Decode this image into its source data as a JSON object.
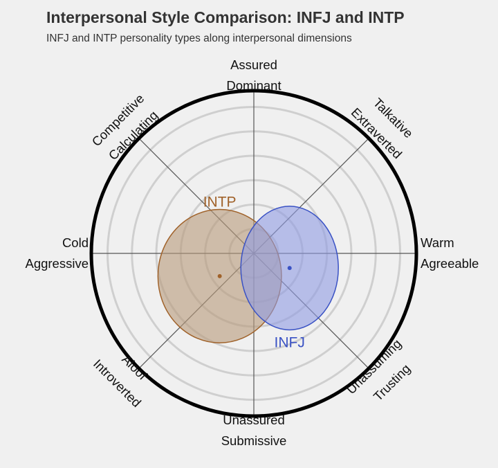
{
  "chart_data": {
    "type": "scatter",
    "title": "Interpersonal Style Comparison: INFJ and INTP",
    "subtitle": "INFJ and INTP personality types along interpersonal dimensions",
    "axis_labels": {
      "top": [
        "Assured",
        "Dominant"
      ],
      "top_right": [
        "Talkative",
        "Extraverted"
      ],
      "right": [
        "Warm",
        "Agreeable"
      ],
      "bottom_right": [
        "Unassuming",
        "Trusting"
      ],
      "bottom": [
        "Unassured",
        "Submissive"
      ],
      "bottom_left": [
        "Aloof",
        "Introverted"
      ],
      "left": [
        "Cold",
        "Aggressive"
      ],
      "top_left": [
        "Competitive",
        "Calculating"
      ]
    },
    "range": [
      -1,
      1
    ],
    "grid": true,
    "series": [
      {
        "name": "INTP",
        "color": "#a0622a",
        "fill": "#b89a7a",
        "center": {
          "x": -0.21,
          "y": -0.14
        },
        "spread": {
          "x": 0.38,
          "y": 0.41
        }
      },
      {
        "name": "INFJ",
        "color": "#3a52c4",
        "fill": "#8f9be3",
        "center": {
          "x": 0.22,
          "y": -0.09
        },
        "spread": {
          "x": 0.3,
          "y": 0.38
        }
      }
    ]
  }
}
